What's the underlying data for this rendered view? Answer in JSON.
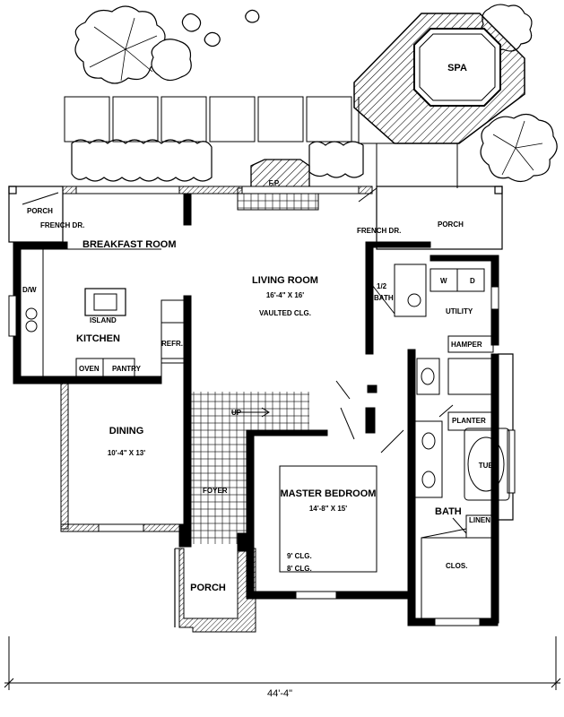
{
  "rooms": {
    "spa": "SPA",
    "fireplace": "F.P.",
    "porch_top_left": "PORCH",
    "french_door_left": "FRENCH DR.",
    "breakfast_room": "BREAKFAST ROOM",
    "french_door_right": "FRENCH DR.",
    "porch_top_right": "PORCH",
    "dishwasher": "D/W",
    "island": "ISLAND",
    "kitchen": "KITCHEN",
    "refrigerator": "REFR.",
    "oven": "OVEN",
    "pantry": "PANTRY",
    "living_room": "LIVING ROOM",
    "living_room_size": "16'-4\" X 16'",
    "living_room_ceiling": "VAULTED CLG.",
    "half_bath_top": "1/2",
    "half_bath_bottom": "BATH",
    "washer": "W",
    "dryer": "D",
    "utility": "UTILITY",
    "hamper": "HAMPER",
    "dining": "DINING",
    "dining_size": "10'-4\" X 13'",
    "up": "UP",
    "planter": "PLANTER",
    "tub": "TUB",
    "foyer": "FOYER",
    "master_bedroom": "MASTER BEDROOM",
    "master_bedroom_size": "14'-8\" X 15'",
    "bath": "BATH",
    "linen": "LINEN",
    "ceiling_9": "9' CLG.",
    "ceiling_8": "8' CLG.",
    "closet": "CLOS.",
    "porch_front": "PORCH"
  },
  "dimension": {
    "overall_width": "44'-4\""
  }
}
